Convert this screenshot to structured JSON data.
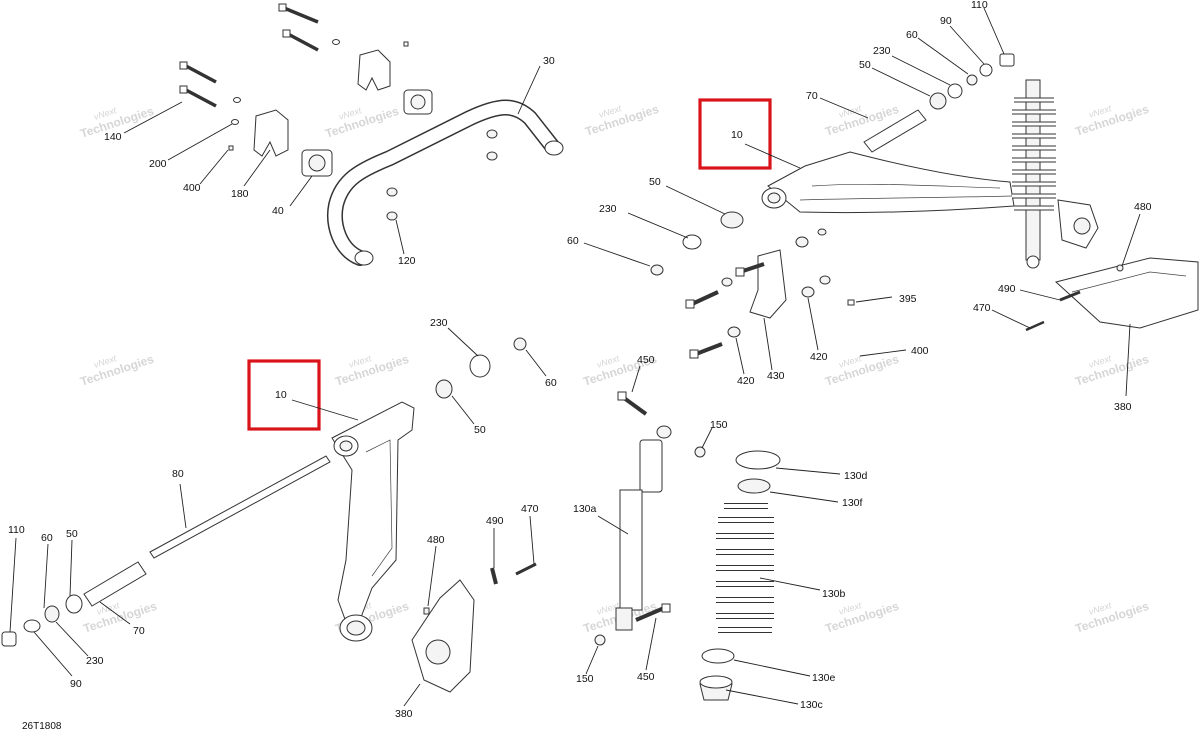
{
  "diagram_code": "26T1808",
  "watermark": {
    "line1": "vNext",
    "line2": "Technologies"
  },
  "highlight_color": "#d8141a",
  "callouts": {
    "c110_tr": "110",
    "c90_tr": "90",
    "c60_tr": "60",
    "c230_tr": "230",
    "c50_tr": "50",
    "c70_tr": "70",
    "c10_tr": "10",
    "c30": "30",
    "c140": "140",
    "c200": "200",
    "c400_tl": "400",
    "c180": "180",
    "c40": "40",
    "c120": "120",
    "c50_m": "50",
    "c230_m": "230",
    "c60_m": "60",
    "c480_r": "480",
    "c395": "395",
    "c490_r": "490",
    "c470_r": "470",
    "c420_a": "420",
    "c420_b": "420",
    "c430": "430",
    "c400_m": "400",
    "c380_r": "380",
    "c230_c": "230",
    "c60_c": "60",
    "c50_c": "50",
    "c10_bl": "10",
    "c450_t": "450",
    "c150_t": "150",
    "c130d": "130d",
    "c130f": "130f",
    "c130a": "130a",
    "c130b": "130b",
    "c490_b": "490",
    "c470_b": "470",
    "c480_b": "480",
    "c80": "80",
    "c110_bl": "110",
    "c60_bl": "60",
    "c50_bl": "50",
    "c70_bl": "70",
    "c230_bl": "230",
    "c90_bl": "90",
    "c380_b": "380",
    "c150_b": "150",
    "c450_b": "450",
    "c130e": "130e",
    "c130c": "130c"
  }
}
